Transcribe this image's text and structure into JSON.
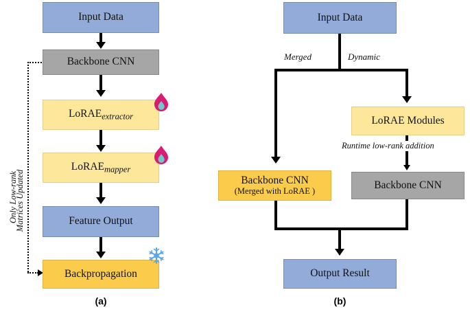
{
  "figure": {
    "panels": [
      {
        "id": "a",
        "caption": "(a)",
        "side_note_line1": "Only Low-rank",
        "side_note_line2": "Matrices Updated",
        "nodes": [
          {
            "id": "a-input",
            "label": "Input Data",
            "color": "#93ABD8",
            "style": "blue"
          },
          {
            "id": "a-backbone",
            "label": "Backbone CNN",
            "color": "#A6A6A6",
            "style": "gray"
          },
          {
            "id": "a-extractor",
            "label": "LoRAE",
            "subscript": "extractor",
            "color": "#FCE79B",
            "style": "lightyellow",
            "icon": "flame-icon"
          },
          {
            "id": "a-mapper",
            "label": "LoRAE",
            "subscript": "mapper",
            "color": "#FCE79B",
            "style": "lightyellow",
            "icon": "flame-icon"
          },
          {
            "id": "a-feature",
            "label": "Feature Output",
            "color": "#93ABD8",
            "style": "blue"
          },
          {
            "id": "a-backprop",
            "label": "Backpropagation",
            "color": "#FBCB4B",
            "style": "gold",
            "icon": "snowflake-icon"
          }
        ]
      },
      {
        "id": "b",
        "caption": "(b)",
        "nodes": [
          {
            "id": "b-input",
            "label": "Input Data",
            "color": "#93ABD8",
            "style": "blue"
          },
          {
            "id": "b-lorae",
            "label": "LoRAE Modules",
            "color": "#FCE79B",
            "style": "lightyellow"
          },
          {
            "id": "b-merged",
            "label": "Backbone CNN",
            "sub": "(Merged with LoRAE )",
            "color": "#FBCB4B",
            "style": "gold"
          },
          {
            "id": "b-backbone",
            "label": "Backbone CNN",
            "color": "#A6A6A6",
            "style": "gray"
          },
          {
            "id": "b-output",
            "label": "Output Result",
            "color": "#93ABD8",
            "style": "blue"
          }
        ],
        "edge_labels": {
          "merged": "Merged",
          "dynamic": "Dynamic",
          "runtime": "Runtime low-rank addition"
        }
      }
    ],
    "icons": {
      "flame": {
        "name": "flame-icon",
        "outer_color": "#D81B73",
        "inner_color": "#6FC9C9"
      },
      "snowflake": {
        "name": "snowflake-icon",
        "color": "#5BA6E8"
      }
    }
  }
}
